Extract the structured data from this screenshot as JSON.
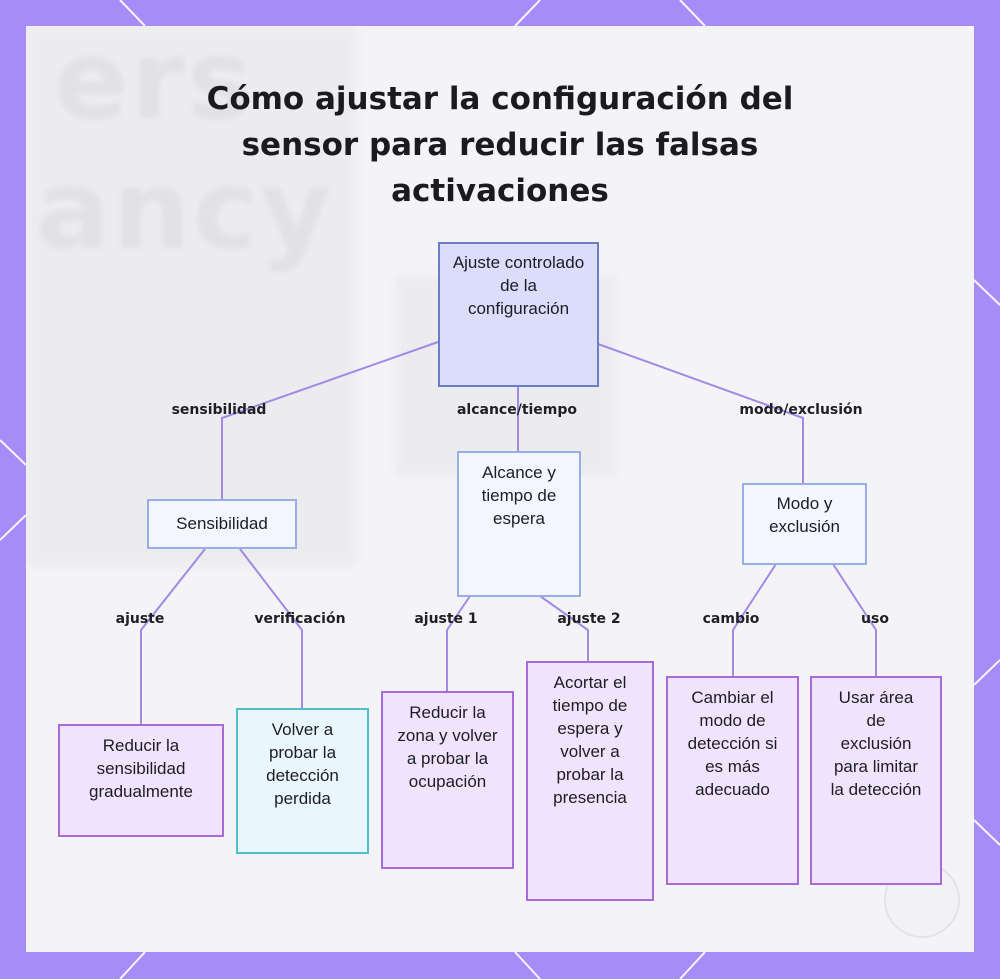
{
  "title": "Cómo ajustar la configuración del sensor para reducir las falsas activaciones",
  "colors": {
    "frame": "#a58cf6",
    "panel": "#f4f4f6",
    "edge": "#a08ae6",
    "root_fill": "#dcdcfb",
    "root_border": "#6a7fc3",
    "mid_fill": "#f4f6ff",
    "mid_border": "#9aaee6",
    "leaf_fill": "#efe4fb",
    "leaf_border": "#a86ad8",
    "teal_border": "#4dbfd0"
  },
  "diagram": {
    "root": {
      "label": "Ajuste controlado de la configuración"
    },
    "branches": [
      {
        "edge_label": "sensibilidad",
        "node": "Sensibilidad",
        "children": [
          {
            "edge_label": "ajuste",
            "node": "Reducir la sensibilidad gradualmente"
          },
          {
            "edge_label": "verificación",
            "node": "Volver a probar la detección perdida"
          }
        ]
      },
      {
        "edge_label": "alcance/tiempo",
        "node": "Alcance y tiempo de espera",
        "children": [
          {
            "edge_label": "ajuste 1",
            "node": "Reducir la zona y volver a probar la ocupación"
          },
          {
            "edge_label": "ajuste 2",
            "node": "Acortar el tiempo de espera y volver a probar la presencia"
          }
        ]
      },
      {
        "edge_label": "modo/exclusión",
        "node": "Modo y exclusión",
        "children": [
          {
            "edge_label": "cambio",
            "node": "Cambiar el modo de detección si es más adecuado"
          },
          {
            "edge_label": "uso",
            "node": "Usar área de exclusión para limitar la detección"
          }
        ]
      }
    ]
  }
}
